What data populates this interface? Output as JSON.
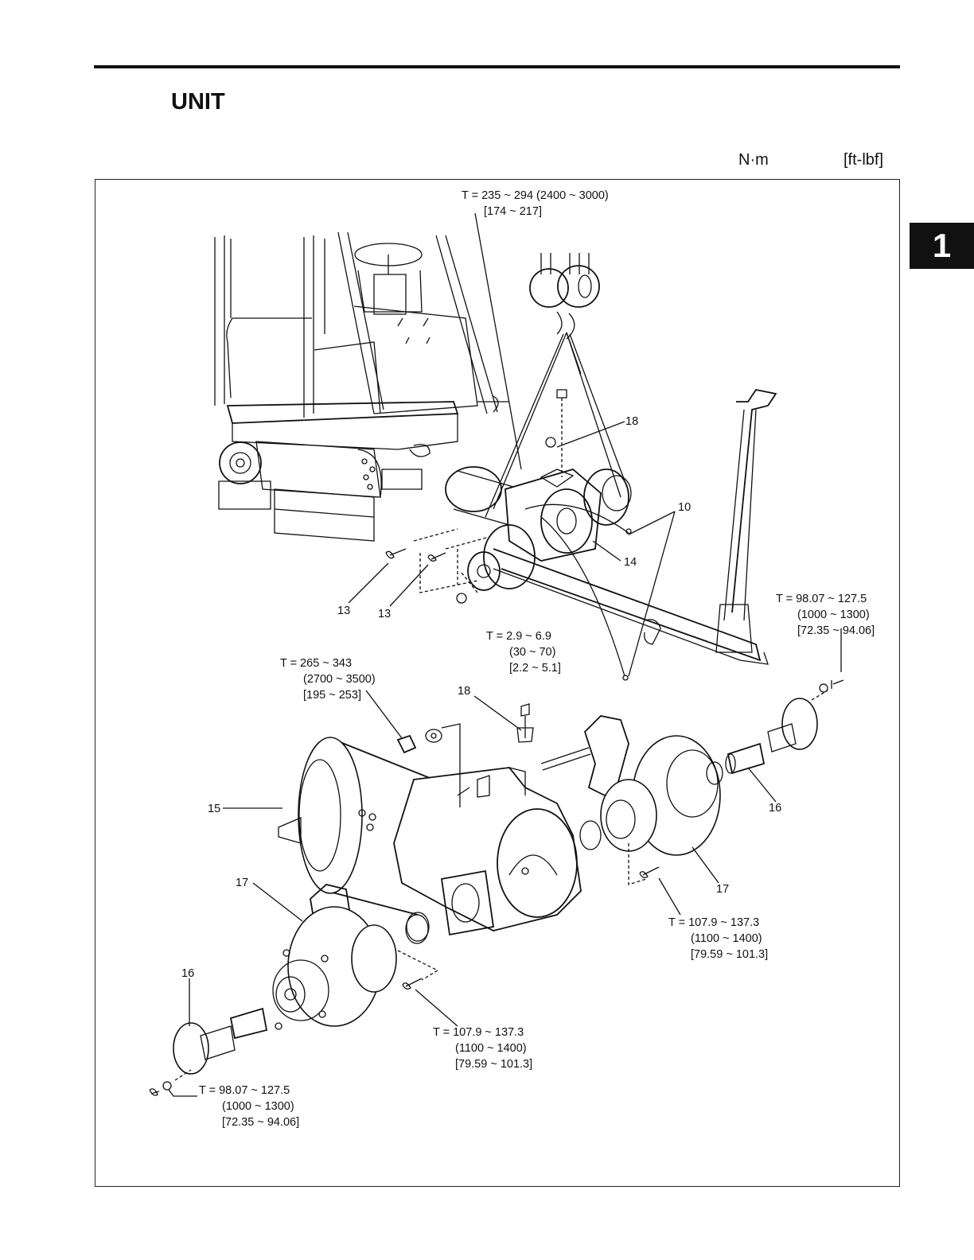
{
  "header": {
    "title": "UNIT",
    "unit_left": "N·m",
    "unit_right": "[ft-lbf]",
    "chapter_tab": "1"
  },
  "torque_labels": {
    "t_top": [
      "T = 235 ~ 294 (2400 ~ 3000)",
      "[174 ~ 217]"
    ],
    "t_right_upper": [
      "T = 98.07 ~ 127.5",
      "(1000 ~ 1300)",
      "[72.35 ~ 94.06]"
    ],
    "t_center_small": [
      "T = 2.9 ~ 6.9",
      "(30 ~ 70)",
      "[2.2 ~ 5.1]"
    ],
    "t_nut": [
      "T = 265 ~ 343",
      "(2700 ~ 3500)",
      "[195 ~ 253]"
    ],
    "t_right_lower": [
      "T = 107.9 ~ 137.3",
      "(1100 ~ 1400)",
      "[79.59 ~ 101.3]"
    ],
    "t_center_lower": [
      "T = 107.9 ~ 137.3",
      "(1100 ~ 1400)",
      "[79.59 ~ 101.3]"
    ],
    "t_left_bottom": [
      "T = 98.07 ~ 127.5",
      "(1000 ~ 1300)",
      "[72.35 ~ 94.06]"
    ]
  },
  "callouts": {
    "c18_top": "18",
    "c10": "10",
    "c14": "14",
    "c13_a": "13",
    "c13_b": "13",
    "c18_mid": "18",
    "c16_right": "16",
    "c15": "15",
    "c17_right": "17",
    "c17_left": "17",
    "c16_left": "16"
  }
}
